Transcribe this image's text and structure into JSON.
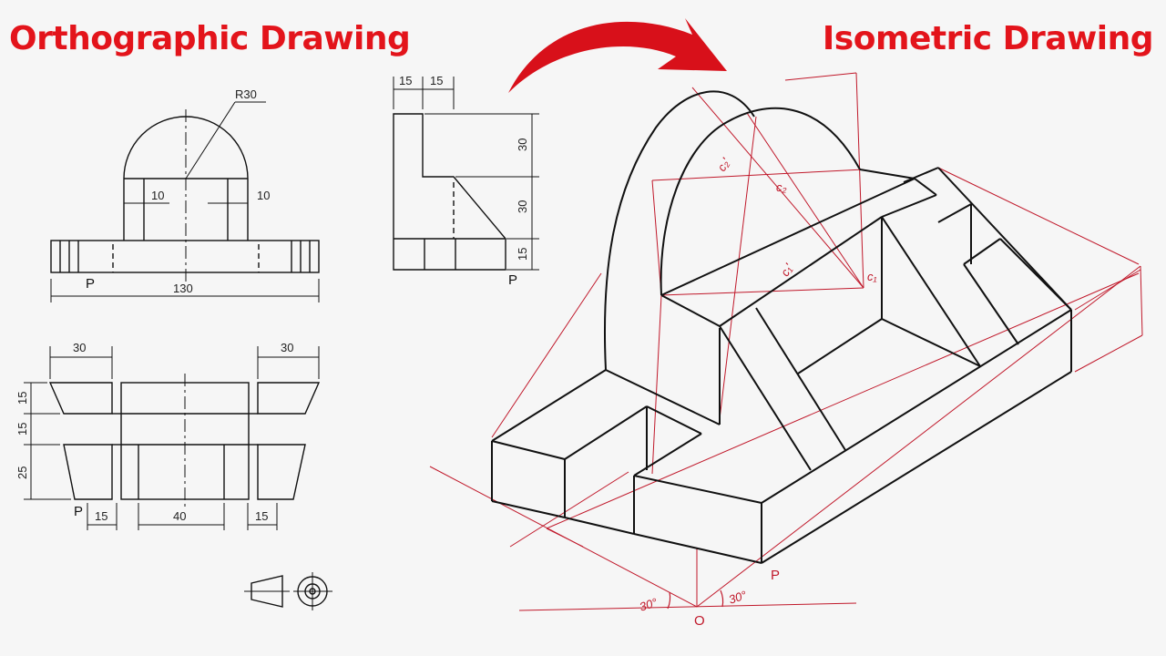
{
  "titles": {
    "left": "Orthographic Drawing",
    "right": "Isometric Drawing"
  },
  "colors": {
    "title": "#e3141b",
    "arrow": "#d8101a",
    "construction": "#c0182a",
    "ink": "#111111",
    "background": "#f6f6f6"
  },
  "front_view": {
    "radius": "R30",
    "dim_left_10": "10",
    "dim_right_10": "10",
    "overall_width": "130",
    "point": "P"
  },
  "side_view": {
    "top_15_left": "15",
    "top_15_right": "15",
    "height_30_top": "30",
    "height_30_mid": "30",
    "height_15_bottom": "15",
    "point": "P"
  },
  "top_view": {
    "dim_30_left": "30",
    "dim_30_right": "30",
    "dim_15_top": "15",
    "dim_15_mid": "15",
    "dim_25": "25",
    "dim_15_bottom_left": "15",
    "dim_40": "40",
    "dim_15_bottom_right": "15",
    "point": "P"
  },
  "isometric": {
    "c2_prime": "c₂'",
    "c2": "c₂",
    "c1_prime": "c₁'",
    "c1": "c₁",
    "angle_left": "30°",
    "angle_right": "30°",
    "point_p": "P",
    "origin": "O"
  },
  "icons": [
    "projection-symbol-icon"
  ]
}
